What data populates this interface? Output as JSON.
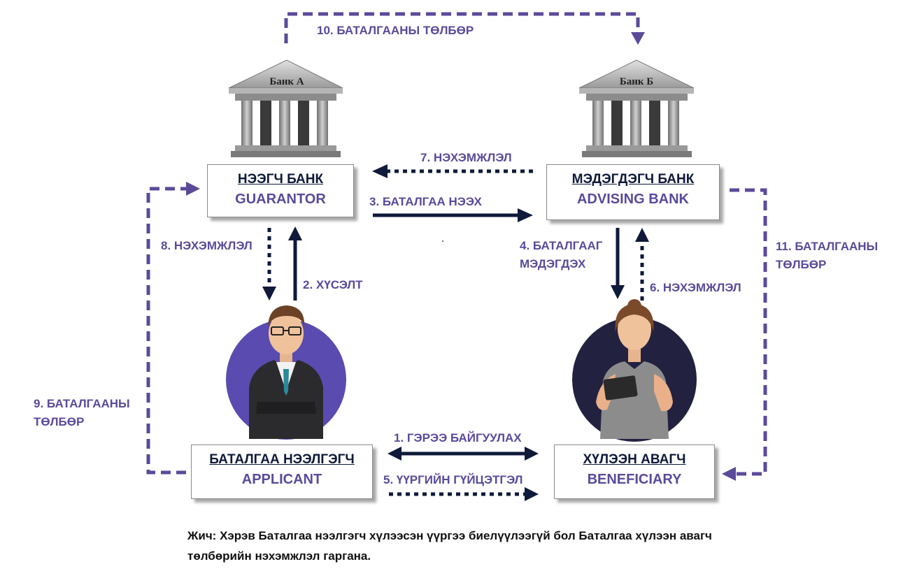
{
  "banks": {
    "a_label": "Банк А",
    "b_label": "Банк Б"
  },
  "boxes": {
    "guarantor": {
      "title": "НЭЭГЧ БАНК",
      "subtitle": "GUARANTOR"
    },
    "advising": {
      "title": "МЭДЭГДЭГЧ БАНК",
      "subtitle": "ADVISING BANK"
    },
    "applicant": {
      "title": "БАТАЛГАА НЭЭЛГЭГЧ",
      "subtitle": "APPLICANT"
    },
    "beneficiary": {
      "title": "ХҮЛЭЭН АВАГЧ",
      "subtitle": "BENEFICIARY"
    }
  },
  "steps": {
    "s1": "1. ГЭРЭЭ БАЙГУУЛАХ",
    "s2": "2. ХҮСЭЛТ",
    "s3": "3. БАТАЛГАА НЭЭХ",
    "s4_line1": "4. БАТАЛГААГ",
    "s4_line2": "МЭДЭГДЭХ",
    "s5": "5. ҮҮРГИЙН ГҮЙЦЭТГЭЛ",
    "s6": "6. НЭХЭМЖЛЭЛ",
    "s7": "7. НЭХЭМЖЛЭЛ",
    "s8": "8. НЭХЭМЖЛЭЛ",
    "s9_line1": "9. БАТАЛГААНЫ",
    "s9_line2": "ТӨЛБӨР",
    "s10": "10. БАТАЛГААНЫ ТӨЛБӨР",
    "s11_line1": "11. БАТАЛГААНЫ",
    "s11_line2": "ТӨЛБӨР"
  },
  "note": "Жич: Хэрэв Баталгаа нээлгэгч хүлээсэн үүргээ биелүүлээгүй бол Баталгаа хүлээн авагч төлбөрийн нэхэмжлэл гаргана.",
  "colors": {
    "purple": "#5b4a9a",
    "navy": "#0f1a3a",
    "circle_applicant": "#5a4bb0",
    "circle_beneficiary": "#232140"
  }
}
